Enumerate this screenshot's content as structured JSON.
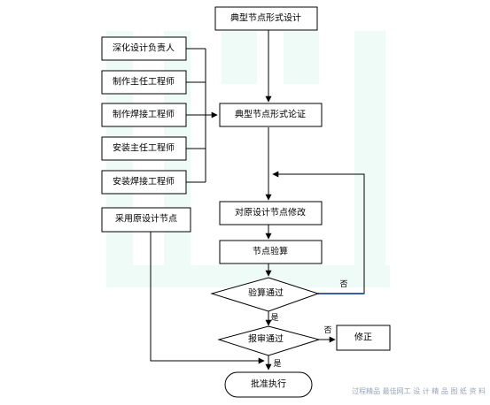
{
  "nodes": {
    "design": "典型节点形式设计",
    "deepening_lead": "深化设计负责人",
    "construction_engineer": "制作主任工程师",
    "welding_engineer": "制作焊接工程师",
    "install_engineer": "安装主任工程师",
    "install_welding_engineer": "安装焊接工程师",
    "demonstration": "典型节点形式论证",
    "adopt_original": "采用原设计节点",
    "modify": "对原设计节点修改",
    "check": "节点验算",
    "check_pass": "验算通过",
    "report_pass": "报审通过",
    "correction": "修正",
    "approve_execute": "批准执行"
  },
  "edge_labels": {
    "no_1": "否",
    "yes_1": "是",
    "no_2": "否",
    "yes_2": "是"
  },
  "watermark": "过程精品 最佳网工 设 计 精 品 图 纸 资 料"
}
